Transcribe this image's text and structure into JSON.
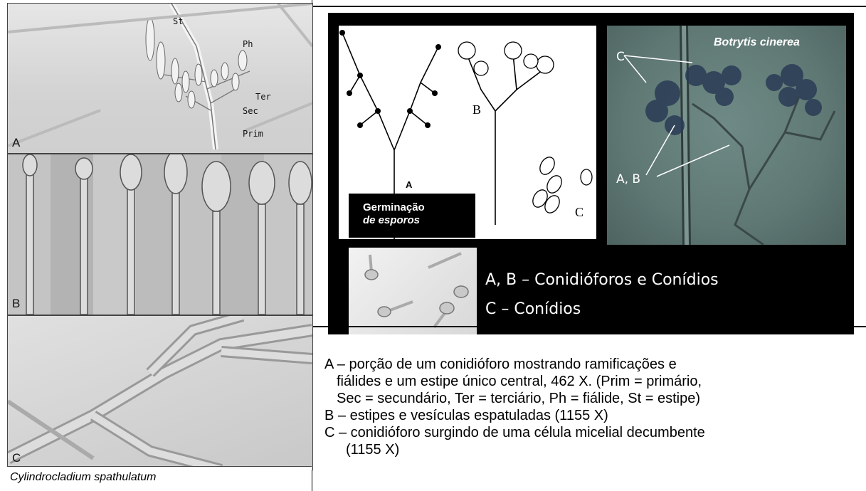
{
  "left": {
    "panel_a_letter": "A",
    "panel_b_letter": "B",
    "panel_c_letter": "C",
    "labels": {
      "st": "St",
      "ph": "Ph",
      "ter": "Ter",
      "sec": "Sec",
      "prim": "Prim"
    },
    "species": "Cylindrocladium spathulatum"
  },
  "right": {
    "drawing_labels": {
      "a": "A",
      "b": "B",
      "c": "C"
    },
    "germ_line1": "Germinação",
    "germ_line2": "de esporos",
    "botrytis_title": "Botrytis cinerea",
    "photo_label_c": "C",
    "photo_label_ab": "A, B",
    "legend_1": "A, B – Conidióforos e Conídios",
    "legend_2": "C – Conídios"
  },
  "caption": {
    "line1": "A – porção de um conidióforo mostrando ramificações e",
    "line2": "fiálides e um estipe único central, 462 X. (Prim = primário,",
    "line3": "Sec = secundário, Ter = terciário, Ph = fiálide,  St = estipe)",
    "line4": "B – estipes e vesículas espatuladas (1155 X)",
    "line5": "C – conidióforo surgindo de uma célula micelial decumbente",
    "line6": "(1155 X)"
  }
}
